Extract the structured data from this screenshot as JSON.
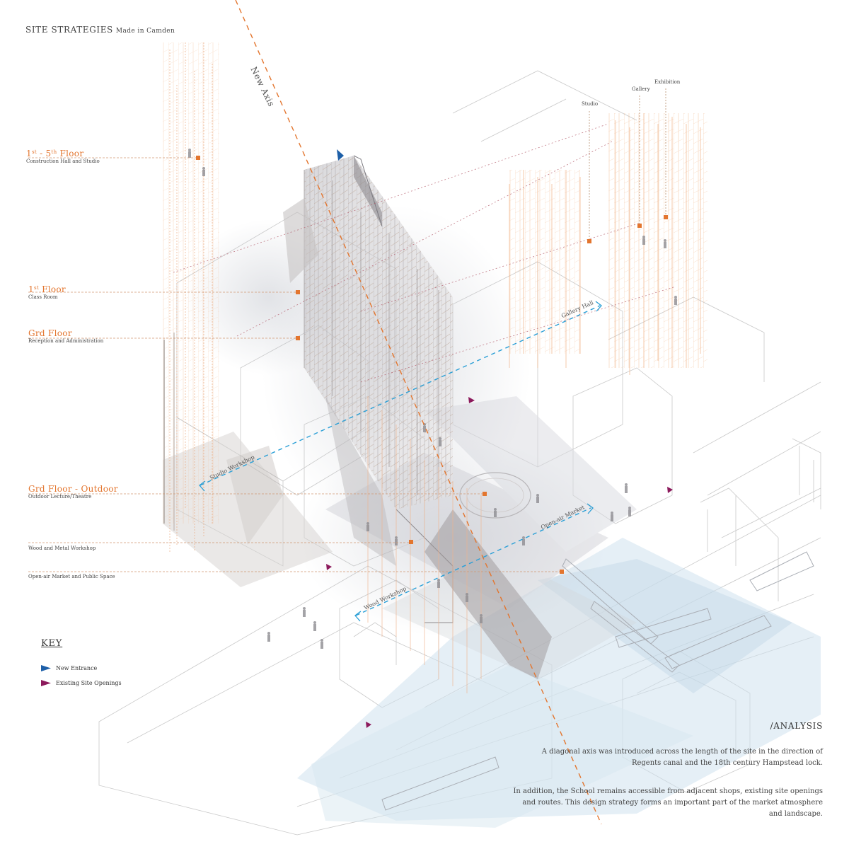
{
  "title": {
    "main": "SITE STRATEGIES",
    "sub": "Made in Camden"
  },
  "floors": [
    {
      "title_a": "1",
      "title_sup": "st",
      "title_b": " - 5",
      "title_sup2": "th",
      "title_c": " Floor",
      "subtitle": "Construction Hall and Studio"
    },
    {
      "title_a": "1",
      "title_sup": "st",
      "title_b": " Floor",
      "subtitle": "Class Room"
    },
    {
      "title": "Grd Floor",
      "subtitle": "Reception and Administration"
    },
    {
      "title": "Grd Floor - Outdoor",
      "subtitle": "Outdoor Lecture/Theatre"
    }
  ],
  "extra_levels": [
    "Wood and Metal Workshop",
    "Open-air Market and Public Space"
  ],
  "program_labels": {
    "studio": "Studio",
    "gallery": "Gallery",
    "exhibition": "Exhibition"
  },
  "axis_labels": {
    "new_axis": "New Axis",
    "gallery_hall": "Gallery Hall",
    "studio_workshop": "Studio Workshop",
    "open_air_market": "Open-air Market",
    "wood_workshop": "Wood Workshop"
  },
  "key": {
    "title": "KEY",
    "items": [
      {
        "label": "New Entrance",
        "color": "#1d5fa8"
      },
      {
        "label": "Existing Site Openings",
        "color": "#8c1a5c"
      }
    ]
  },
  "analysis": {
    "title": "/ANALYSIS",
    "paragraph1": "A diagonal axis was introduced across the length of the site in the direction of Regents canal and the 18th century Hampstead lock.",
    "paragraph2": "In addition, the School remains accessible from adjacent shops, existing site openings and routes. This design strategy forms an important part of the market atmosphere and landscape."
  },
  "colors": {
    "accent_orange": "#e3752e",
    "axis_blue": "#2a9fd6",
    "entrance_blue": "#1d5fa8",
    "opening_purple": "#8c1a5c",
    "water_blue": "#cfe2ee"
  }
}
